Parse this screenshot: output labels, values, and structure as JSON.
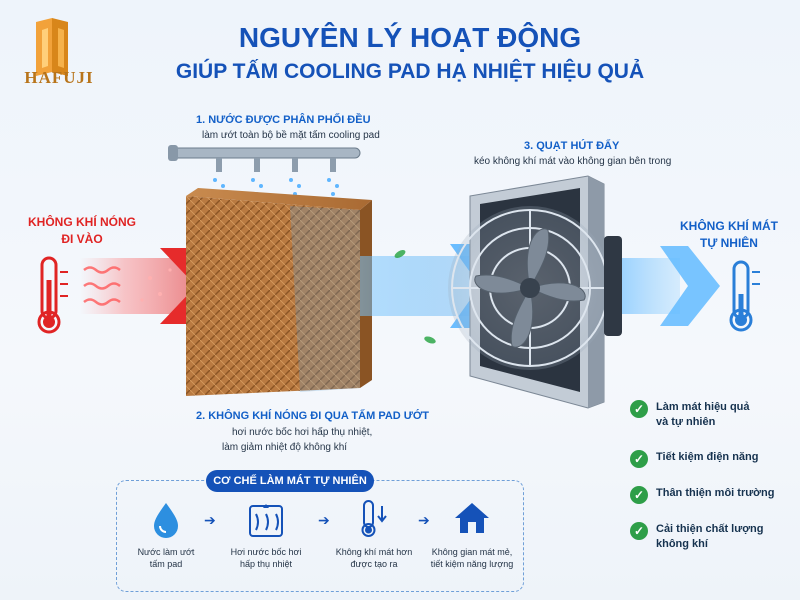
{
  "brand": {
    "name": "HAFUJI"
  },
  "header": {
    "title": "NGUYÊN LÝ HOẠT ĐỘNG",
    "subtitle": "GIÚP TẤM COOLING PAD HẠ NHIỆT HIỆU QUẢ"
  },
  "steps": {
    "step1": {
      "title": "1. NƯỚC ĐƯỢC PHÂN PHỐI ĐỀU",
      "desc": "làm ướt toàn bộ bề mặt tấm cooling pad"
    },
    "step2": {
      "title": "2. KHÔNG KHÍ NÓNG ĐI QUA TẤM PAD ƯỚT",
      "desc1": "hơi nước bốc hơi hấp thụ nhiệt,",
      "desc2": "làm giảm nhiệt độ không khí"
    },
    "step3": {
      "title": "3. QUẠT HÚT ĐẨY",
      "desc": "kéo không khí mát vào không gian bên trong"
    }
  },
  "labels": {
    "hot_line1": "KHÔNG KHÍ NÓNG",
    "hot_line2": "ĐI VÀO",
    "cool_line1": "KHÔNG KHÍ MÁT",
    "cool_line2": "TỰ NHIÊN"
  },
  "benefits": [
    {
      "line1": "Làm mát hiệu quả",
      "line2": "và tự nhiên"
    },
    {
      "line1": "Tiết kiệm điện năng",
      "line2": ""
    },
    {
      "line1": "Thân thiện môi trường",
      "line2": ""
    },
    {
      "line1": "Cải thiện chất lượng",
      "line2": "không khí"
    }
  ],
  "mechanism": {
    "title": "CƠ CHẾ LÀM MÁT TỰ NHIÊN",
    "items": [
      {
        "icon": "water-drop-icon",
        "line1": "Nước làm ướt",
        "line2": "tấm pad"
      },
      {
        "icon": "heat-absorb-icon",
        "line1": "Hơi nước bốc hơi",
        "line2": "hấp thụ nhiệt"
      },
      {
        "icon": "thermometer-down-icon",
        "line1": "Không khí mát hơn",
        "line2": "được tạo ra"
      },
      {
        "icon": "house-icon",
        "line1": "Không gian mát mẻ,",
        "line2": "tiết kiệm năng lượng"
      }
    ]
  },
  "colors": {
    "primary": "#1552b8",
    "hot": "#e02424",
    "cool": "#2a8fe8",
    "check": "#2e9e48",
    "brand": "#d98a1c"
  }
}
